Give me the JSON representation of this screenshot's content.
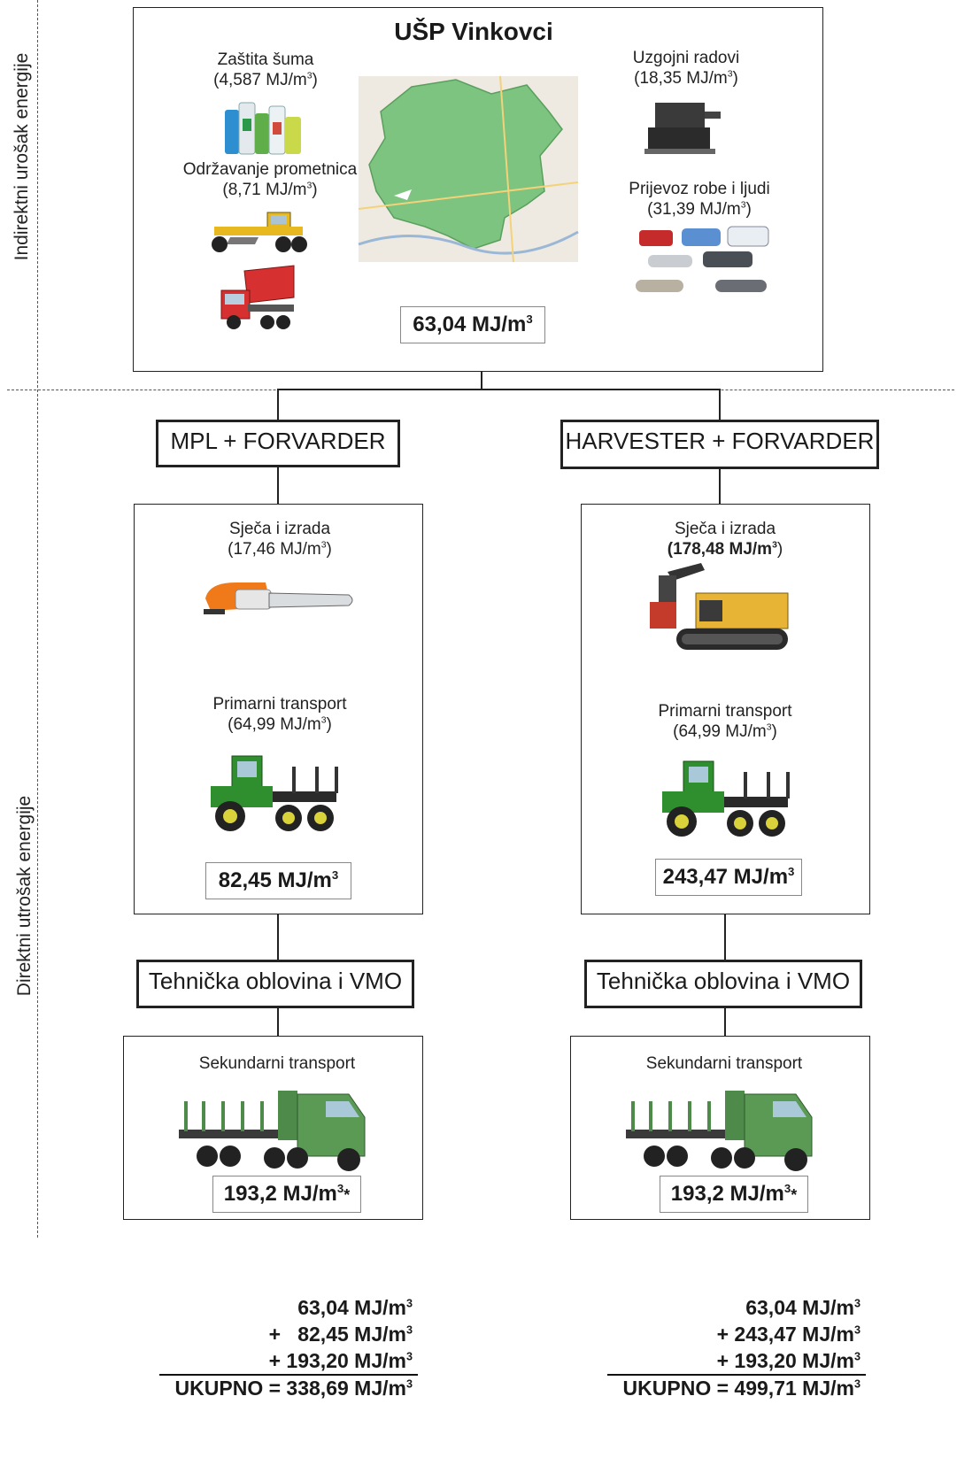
{
  "unit_sup": "3",
  "side_labels": {
    "indirect": "Indirektni urošak energije",
    "direct": "Direktni utrošak energije"
  },
  "top": {
    "title": "UŠP Vinkovci",
    "items": {
      "zastita": {
        "name": "Zaštita šuma",
        "value": "(4,587 MJ/m",
        "close": ")"
      },
      "odrzavanje": {
        "name": "Održavanje prometnica",
        "value": "(8,71 MJ/m",
        "close": ")"
      },
      "uzgojni": {
        "name": "Uzgojni radovi",
        "value": "(18,35 MJ/m",
        "close": ")"
      },
      "prijevoz": {
        "name": "Prijevoz robe i ljudi",
        "value": "(31,39 MJ/m",
        "close": ")"
      }
    },
    "sum": "63,04 MJ/m"
  },
  "left": {
    "stage": "MPL + FORVARDER",
    "sjeca": {
      "name": "Sječa i izrada",
      "value": "(17,46 MJ/m",
      "close": ")"
    },
    "primarni": {
      "name": "Primarni transport",
      "value": "(64,99 MJ/m",
      "close": ")"
    },
    "sum": "82,45 MJ/m",
    "product": "Tehnička oblovina i VMO",
    "sekundarni": "Sekundarni transport",
    "sek_sum": "193,2 MJ/m",
    "sek_star": "*",
    "totals": [
      "63,04 MJ/m",
      "+   82,45 MJ/m",
      "+ 193,20 MJ/m"
    ],
    "total_line": "UKUPNO = 338,69 MJ/m"
  },
  "right": {
    "stage": "HARVESTER + FORVARDER",
    "sjeca": {
      "name": "Sječa i izrada",
      "value": "(178,48 MJ/m",
      "close": ")"
    },
    "primarni": {
      "name": "Primarni transport",
      "value": "(64,99 MJ/m",
      "close": ")"
    },
    "sum": "243,47 MJ/m",
    "product": "Tehnička oblovina i VMO",
    "sekundarni": "Sekundarni transport",
    "sek_sum": "193,2 MJ/m",
    "sek_star": "*",
    "totals": [
      "63,04 MJ/m",
      "+ 243,47 MJ/m",
      "+ 193,20 MJ/m"
    ],
    "total_line": "UKUPNO = 499,71 MJ/m"
  },
  "colors": {
    "map_green": "#7cc47f",
    "tractor_green": "#2f8f2e",
    "truck_green": "#4e8a4a",
    "stihl_orange": "#f07a1a",
    "cat_yellow": "#e7b436"
  }
}
